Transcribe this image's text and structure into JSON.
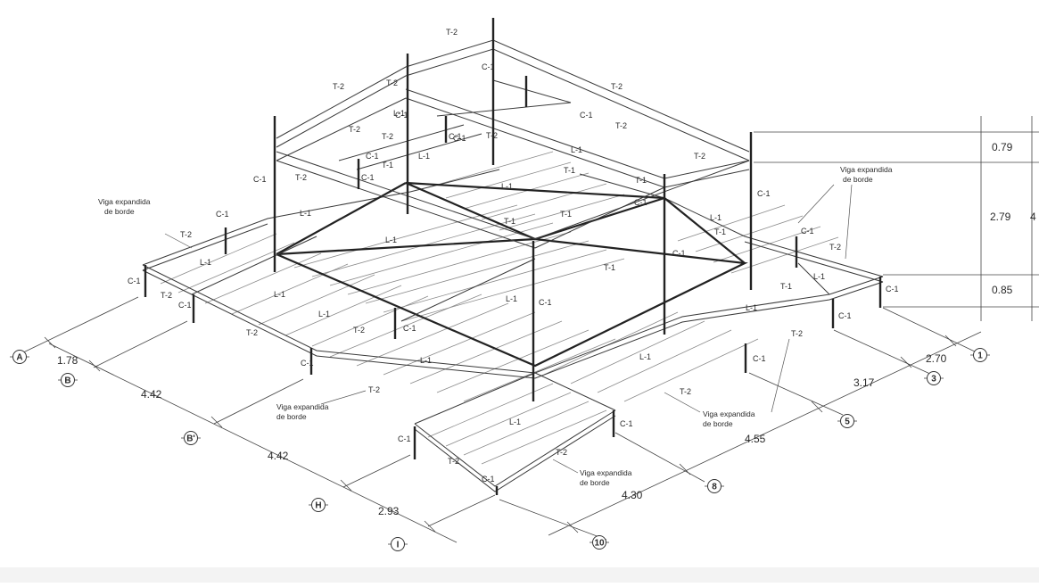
{
  "diagram": {
    "member_labels": [
      "T-2",
      "T-2",
      "T-2",
      "T-2",
      "T-2",
      "T-2",
      "T-2",
      "T-2",
      "T-2",
      "T-2",
      "T-2",
      "T-2",
      "T-2",
      "T-2",
      "T-2",
      "T-2",
      "T-2",
      "T-2",
      "T-2",
      "T-2",
      "T-1",
      "T-1",
      "T-1",
      "T-1",
      "T-1",
      "T-1",
      "T-1",
      "T-1",
      "L-1",
      "L-1",
      "L-1",
      "L-1",
      "L-1",
      "L-1",
      "L-1",
      "L-1",
      "L-1",
      "L-1",
      "L-1",
      "L-1",
      "L-1",
      "L-1",
      "L-1",
      "L-1",
      "C-1",
      "C-1",
      "C-1",
      "C-1",
      "C-1",
      "C-1",
      "C-1",
      "C-1",
      "C-1",
      "C-1",
      "C-1",
      "C-1",
      "C-1",
      "C-1",
      "C-1",
      "C-1",
      "C-1",
      "C-1",
      "C-1",
      "C-1",
      "C-1",
      "C-1",
      "C-1",
      "C-1"
    ],
    "notes": [
      {
        "line1": "Viga expandida",
        "line2": "de borde"
      },
      {
        "line1": "Viga expandida",
        "line2": "de borde"
      },
      {
        "line1": "Viga expandida",
        "line2": "de borde"
      },
      {
        "line1": "Viga expandida",
        "line2": "de borde"
      }
    ],
    "plan_dimensions": [
      "1.78",
      "4.42",
      "4.42",
      "2.93",
      "2.70",
      "3.17",
      "4.55",
      "4.30"
    ],
    "height_dimensions": [
      "0.79",
      "2.79",
      "0.85",
      "4"
    ],
    "grid_axes": [
      "A",
      "B",
      "B'",
      "H",
      "I",
      "1",
      "3",
      "5",
      "8",
      "10"
    ]
  }
}
